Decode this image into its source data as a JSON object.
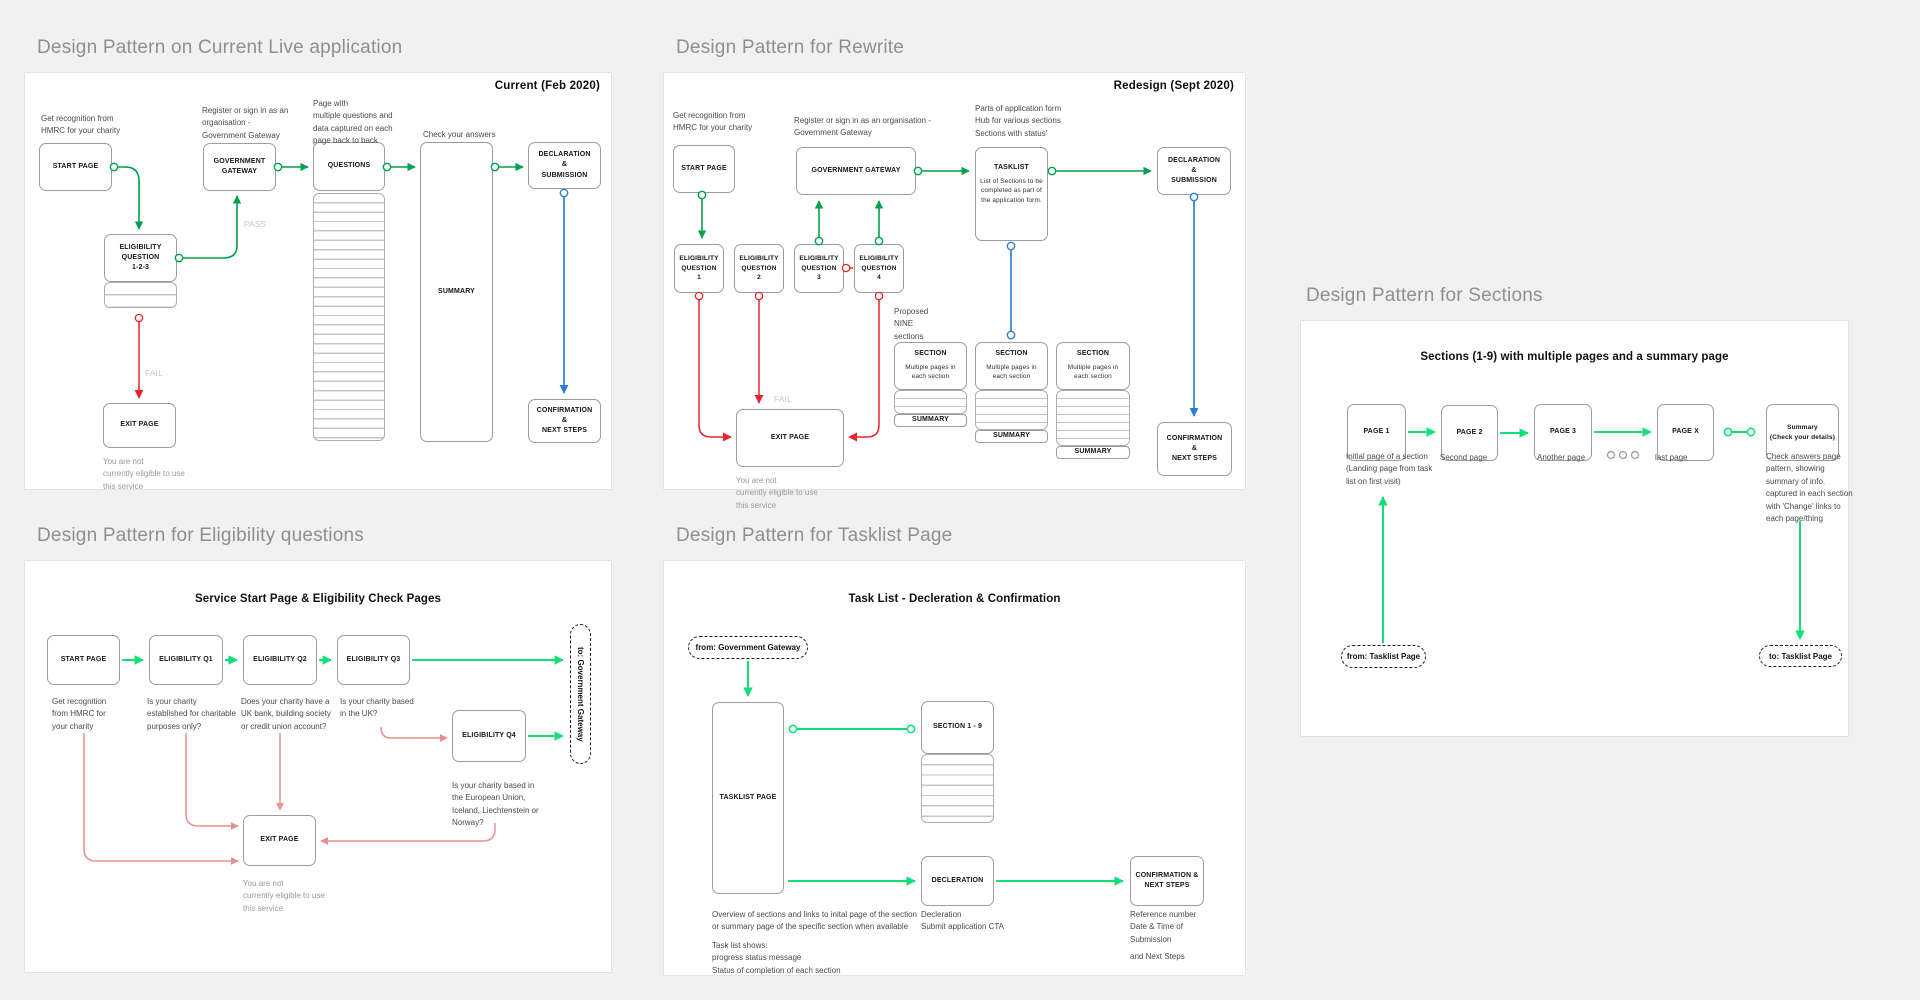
{
  "colors": {
    "background": "#f1f1f2",
    "panel_bg": "#ffffff",
    "flow_green": "#00a14d",
    "flow_green_bright": "#12df76",
    "flow_red": "#e8242b",
    "flow_red_soft": "#e89090",
    "flow_blue": "#2e7fd4",
    "title_gray": "#8f8f93"
  },
  "panels": {
    "current": {
      "title": "Design Pattern on Current Live application",
      "corner_label": "Current  (Feb 2020)",
      "annotations": {
        "start_page": "Get recognition from\nHMRC for your charity",
        "gateway": "Register or sign in as an\norganisation   -\nGovernment Gateway",
        "questions": "Page with\nmultiple questions and\ndata captured on each\npage back to back",
        "summary": "Check your answers",
        "exit_note": "You are not\ncurrently eligible to use\nthis service"
      },
      "nodes": {
        "start_page": "START PAGE",
        "government_gateway": "GOVERNMENT\nGATEWAY",
        "questions": "QUESTIONS",
        "summary": "SUMMARY",
        "declaration": "DECLARATION\n&\nSUBMISSION",
        "eligibility": "ELIGIBILITY\nQUESTION\n1-2-3",
        "exit_page": "EXIT PAGE",
        "confirmation": "CONFIRMATION\n&\nNEXT STEPS"
      },
      "edge_labels": {
        "pass": "PASS",
        "fail": "FAIL"
      }
    },
    "rewrite": {
      "title": "Design Pattern for Rewrite",
      "corner_label": "Redesign (Sept 2020)",
      "annotations": {
        "start_page": "Get recognition from\nHMRC for your charity",
        "gateway": "Register or sign in as an organisation   -\nGovernment Gateway",
        "tasklist": "Parts of application form\nHub for various sections\nSections with status'",
        "proposed": "Proposed\nNINE\nsections",
        "exit_note": "You are not\ncurrently eligible to use\nthis service"
      },
      "nodes": {
        "start_page": "START PAGE",
        "government_gateway": "GOVERNMENT GATEWAY",
        "tasklist": "TASKLIST",
        "tasklist_desc": "List of Sections to be\ncompleted as part of\nthe application form.",
        "declaration": "DECLARATION\n&\nSUBMISSION",
        "eq1": "ELIGIBILITY\nQUESTION\n1",
        "eq2": "ELIGIBILITY\nQUESTION\n2",
        "eq3": "ELIGIBILITY\nQUESTION\n3",
        "eq4": "ELIGIBILITY\nQUESTION\n4",
        "exit_page": "EXIT PAGE",
        "confirmation": "CONFIRMATION\n&\nNEXT STEPS"
      },
      "section_stack": {
        "header": "SECTION",
        "sub": "Multiple pages in\neach section",
        "summary": "SUMMARY"
      },
      "edge_labels": {
        "fail": "FAIL"
      }
    },
    "sections": {
      "title": "Design Pattern for Sections",
      "heading": "Sections (1-9) with multiple pages and a summary page",
      "nodes": {
        "page1": "PAGE 1",
        "page2": "PAGE 2",
        "page3": "PAGE 3",
        "pagex": "PAGE X",
        "summary": "Summary\n(Check your details)"
      },
      "annotations": {
        "page1": "Initial page of a section\n(Landing page from task\nlist on first visit)",
        "page2": "Second page",
        "page3": "Another page",
        "pagex": "last page",
        "summary": "Check answers page\npattern, showing\nsummary of info.\ncaptured in each section\nwith 'Change' links to\neach page/thing"
      },
      "badges": {
        "from_tasklist": "from: Tasklist Page",
        "to_tasklist": "to: Tasklist Page"
      }
    },
    "eligibility": {
      "title": "Design Pattern for Eligibility questions",
      "heading": "Service Start Page & Eligibility Check Pages",
      "nodes": {
        "start_page": "START PAGE",
        "q1": "ELIGIBILITY Q1",
        "q2": "ELIGIBILITY Q2",
        "q3": "ELIGIBILITY Q3",
        "q4": "ELIGIBILITY Q4",
        "exit_page": "EXIT PAGE"
      },
      "badge": "to: Government Gateway",
      "annotations": {
        "start_page": "Get recognition\nfrom HMRC for\nyour charity",
        "q1": "Is your charity\nestablished for charitable\npurposes only?",
        "q2": "Does your charity have a\nUK bank, building society\nor credit union account?",
        "q3": "Is your charity based\nin the UK?",
        "q4": "Is your charity based in\nthe European Union,\nIceland, Liechtenstein or\nNorway?",
        "exit_note": "You are not\ncurrently eligible to use\nthis service"
      }
    },
    "tasklist": {
      "title": "Design Pattern for Tasklist Page",
      "heading": "Task List - Decleration & Confirmation",
      "badge": "from: Government Gateway",
      "nodes": {
        "tasklist_page": "TASKLIST PAGE",
        "sections": "SECTION 1 - 9",
        "decleration": "DECLERATION",
        "confirmation": "CONFIRMATION &\nNEXT STEPS"
      },
      "annotations": {
        "overview": "Overview of sections and links to inital page of the section\nor summary page of the specific section when available",
        "task_list_shows": "Task list shows:\nprogress status message\nStatus of completion of each section",
        "decleration": "Decleration\nSubmit application CTA",
        "confirmation": "Reference number\nDate & Time of\nSubmission",
        "next_steps": "and Next Steps"
      }
    }
  }
}
